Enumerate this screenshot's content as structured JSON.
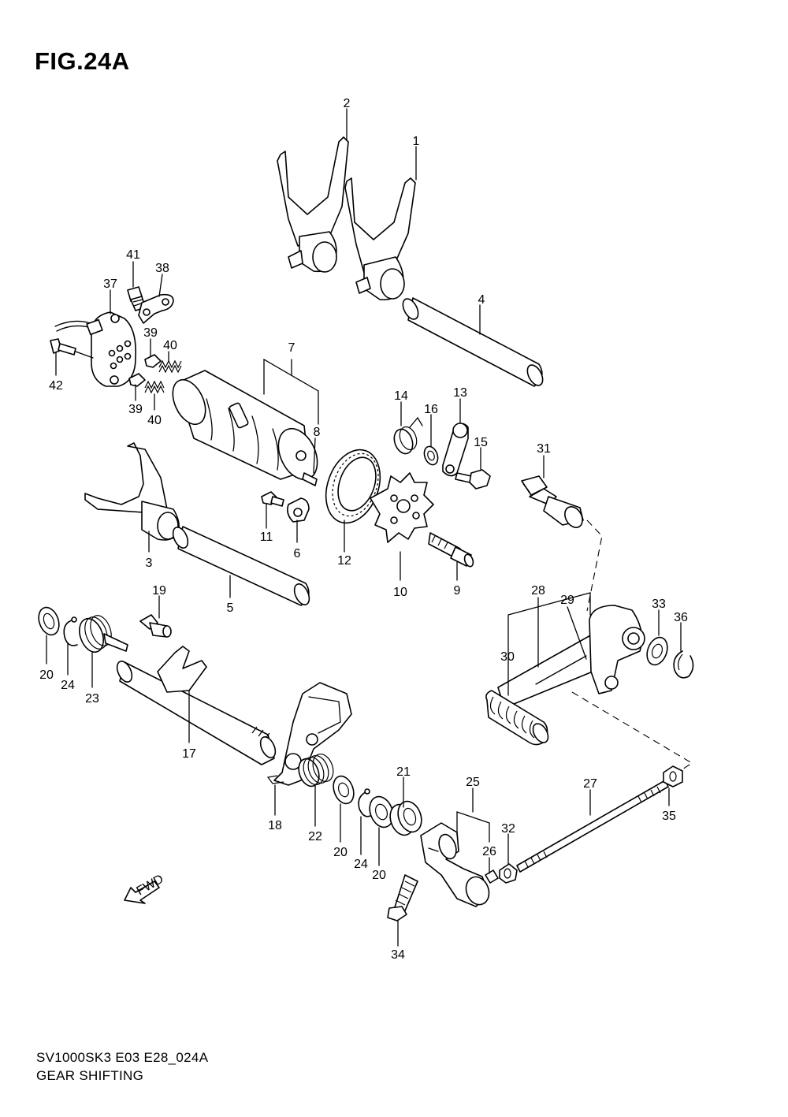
{
  "figure": {
    "title": "FIG.24A",
    "code": "SV1000SK3 E03 E28_024A",
    "caption": "GEAR SHIFTING",
    "fwd_label": "FWD"
  },
  "callouts": [
    "1",
    "2",
    "3",
    "4",
    "5",
    "6",
    "7",
    "8",
    "9",
    "10",
    "11",
    "12",
    "13",
    "14",
    "15",
    "16",
    "17",
    "18",
    "19",
    "20",
    "20",
    "20",
    "21",
    "22",
    "23",
    "24",
    "24",
    "25",
    "26",
    "27",
    "28",
    "29",
    "30",
    "31",
    "32",
    "33",
    "34",
    "35",
    "36",
    "37",
    "38",
    "39",
    "39",
    "40",
    "40",
    "41",
    "42"
  ]
}
